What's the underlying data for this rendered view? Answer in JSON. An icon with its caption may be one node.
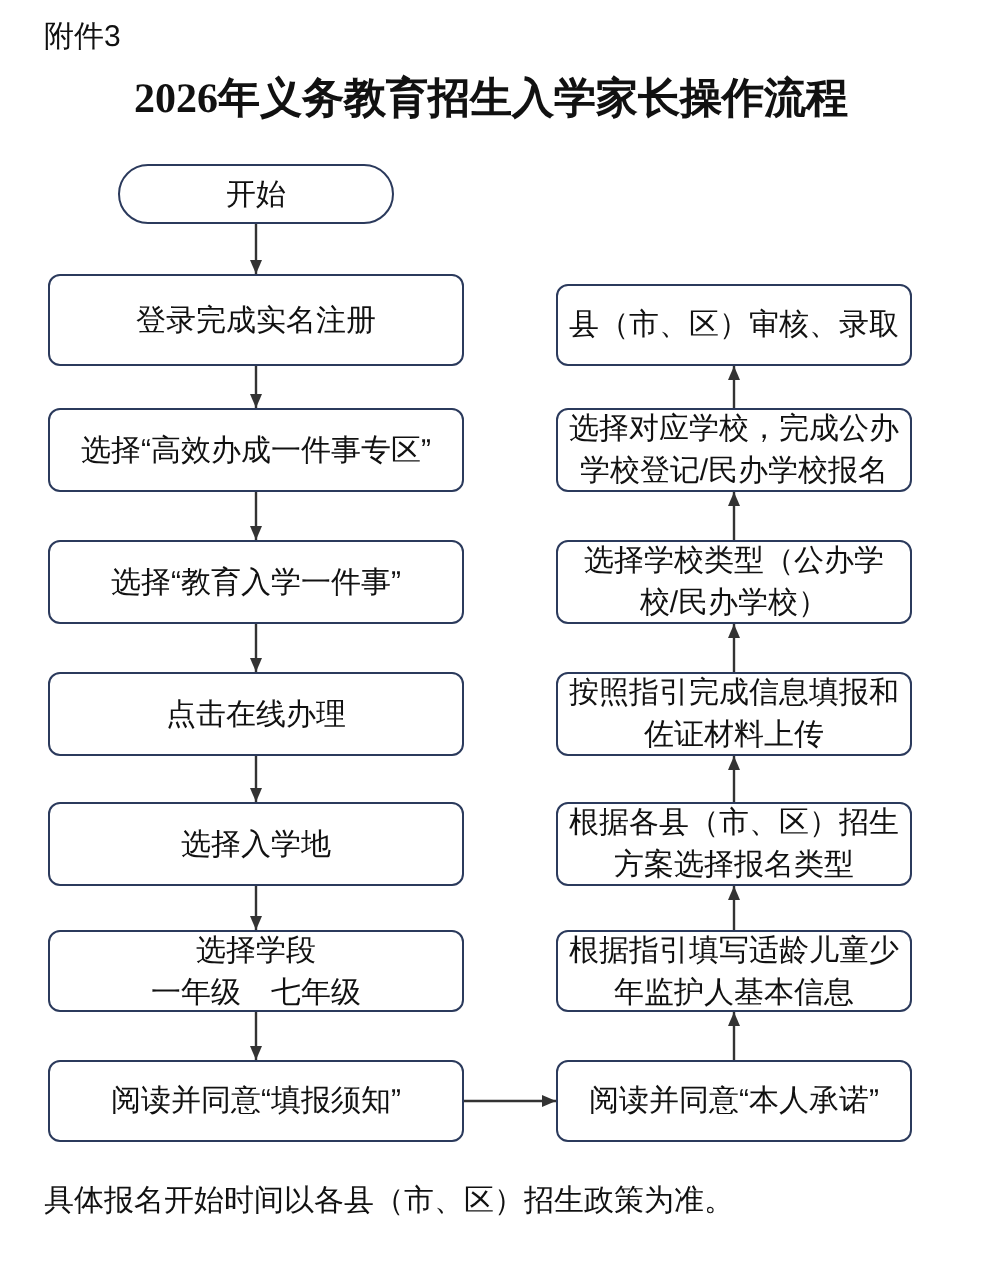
{
  "diagram": {
    "title": "2026年义务教育招生入学家长操作流程",
    "nodes": [
      {
        "text": [
          "开始"
        ]
      },
      {
        "text": [
          "登录完成实名注册"
        ]
      },
      {
        "text": [
          "选择“高效办成一件事专区”"
        ]
      },
      {
        "text": [
          "选择“教育入学一件事”"
        ]
      },
      {
        "text": [
          "点击在线办理"
        ]
      },
      {
        "text": [
          "选择入学地"
        ]
      },
      {
        "text": [
          "选择学段",
          "一年级　七年级"
        ]
      },
      {
        "text": [
          "阅读并同意“填报须知”"
        ]
      },
      {
        "text": [
          "阅读并同意“本人承诺”"
        ]
      },
      {
        "text": [
          "根据指引填写适龄儿童少年监护人基本信息"
        ]
      },
      {
        "text": [
          "根据各县（市、区）招生方案选择报名类型"
        ]
      },
      {
        "text": [
          "按照指引完成信息填报和佐证材料上传"
        ]
      },
      {
        "text": [
          "选择学校类型（公办学校/民办学校）"
        ]
      },
      {
        "text": [
          "选择对应学校，完成公办学校登记/民办学校报名"
        ]
      },
      {
        "text": [
          "县（市、区）审核、录取"
        ]
      }
    ],
    "edges": [
      {
        "from": 0,
        "to": 1,
        "arrow": "to"
      },
      {
        "from": 1,
        "to": 2,
        "arrow": "to"
      },
      {
        "from": 2,
        "to": 3,
        "arrow": "to"
      },
      {
        "from": 3,
        "to": 4,
        "arrow": "to"
      },
      {
        "from": 4,
        "to": 5,
        "arrow": "to"
      },
      {
        "from": 5,
        "to": 6,
        "arrow": "to"
      },
      {
        "from": 6,
        "to": 7,
        "arrow": "to"
      },
      {
        "from": 7,
        "to": 8,
        "arrow": "to"
      },
      {
        "from": 8,
        "to": 9,
        "arrow": "to"
      },
      {
        "from": 9,
        "to": 10,
        "arrow": "to"
      },
      {
        "from": 10,
        "to": 11,
        "arrow": "to"
      },
      {
        "from": 11,
        "to": 12,
        "arrow": "to"
      },
      {
        "from": 12,
        "to": 13,
        "arrow": "to"
      },
      {
        "from": 13,
        "to": 14,
        "arrow": "to"
      }
    ],
    "labels": [
      "附件3",
      "具体报名开始时间以各县（市、区）招生政策为准。"
    ]
  }
}
